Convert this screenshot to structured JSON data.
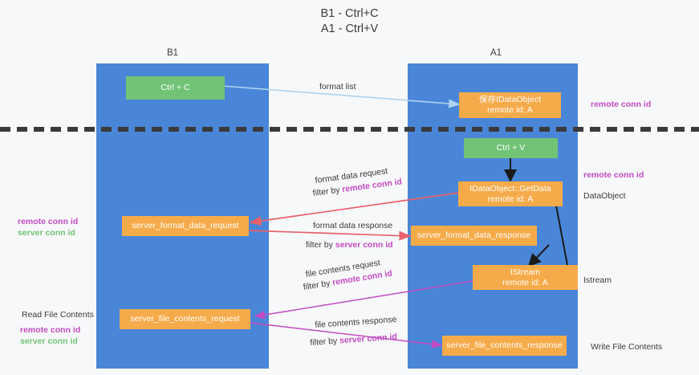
{
  "title": "B1 - Ctrl+C\nA1 - Ctrl+V",
  "colors": {
    "lane": "#4a86d8",
    "green_node": "#72c376",
    "orange_node": "#f6ab4a",
    "divider": "#3a3a3a",
    "remote_conn_id": "#c34ac3",
    "server_conn_id_legend": "#72c376",
    "arrow_blue": "#aed4f0",
    "arrow_red": "#e8616d",
    "arrow_magenta": "#c34ac3",
    "arrow_black": "#1a1a1a",
    "background": "#f7f8f9"
  },
  "columns": [
    {
      "name": "B1",
      "role": "connection"
    },
    {
      "name": "A1",
      "role": "remote"
    }
  ],
  "nodes": {
    "ctrl_c": "Ctrl + C",
    "ctrl_v": "Ctrl + V",
    "store_dataobject": "保存IDataObject\nremote id: A",
    "getdata": "IDataObject::GetData\nremote id: A",
    "istream": "IStream\nremote id: A",
    "server_format_data_request": "server_format_data_request",
    "server_format_data_response": "server_format_data_response",
    "server_file_contents_request": "server_file_contents_request",
    "server_file_contents_response": "server_file_contents_response"
  },
  "edges": {
    "format_list": "format list",
    "format_data_request": "format data request",
    "format_data_request_filter_prefix": "filter by ",
    "format_data_request_filter_key": "remote conn id",
    "format_data_response": "format data response",
    "format_data_response_filter_prefix": "filter by ",
    "format_data_response_filter_key": "server conn id",
    "file_contents_request": "file contents request",
    "file_contents_request_filter_prefix": "filter by ",
    "file_contents_request_filter_key": "remote conn id",
    "file_contents_response": "file contents response",
    "file_contents_response_filter_prefix": "filter by ",
    "file_contents_response_filter_key": "server conn id"
  },
  "annotations": {
    "right_remote_conn_id_top": "remote conn id",
    "right_remote_conn_id_mid": "remote conn id",
    "right_dataobject": "DataObject",
    "right_istream": "Istream",
    "right_write_file_contents": "Write File Contents",
    "left_remote_conn_id": "remote conn id",
    "left_server_conn_id": "server conn id",
    "left_read_file_contents": "Read File Contents",
    "left_remote_conn_id_2": "remote conn id",
    "left_server_conn_id_2": "server conn id"
  }
}
